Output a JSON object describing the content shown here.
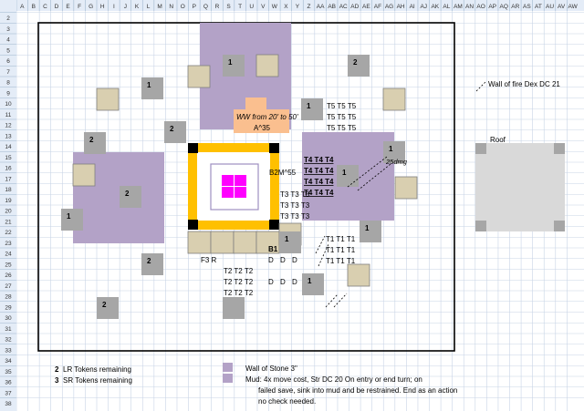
{
  "columns": [
    "A",
    "B",
    "C",
    "D",
    "E",
    "F",
    "G",
    "H",
    "I",
    "J",
    "K",
    "L",
    "M",
    "N",
    "O",
    "P",
    "Q",
    "R",
    "S",
    "T",
    "U",
    "V",
    "W",
    "X",
    "Y",
    "Z",
    "AA",
    "AB",
    "AC",
    "AD",
    "AE",
    "AF",
    "AG",
    "AH",
    "AI",
    "AJ",
    "AK",
    "AL",
    "AM",
    "AN",
    "AO",
    "AP",
    "AQ",
    "AR",
    "AS",
    "AT",
    "AU",
    "AV",
    "AW"
  ],
  "rows": [
    "2",
    "3",
    "4",
    "5",
    "6",
    "7",
    "8",
    "9",
    "10",
    "11",
    "12",
    "13",
    "14",
    "15",
    "16",
    "17",
    "18",
    "19",
    "20",
    "21",
    "22",
    "23",
    "24",
    "25",
    "26",
    "27",
    "28",
    "29",
    "30",
    "31",
    "32",
    "33",
    "34",
    "35",
    "36",
    "37",
    "38"
  ],
  "colors": {
    "mud": "#b3a2c7",
    "tan": "#d9cfb0",
    "grey_token": "#a6a6a6",
    "orange_frame": "#ffc000",
    "peach": "#fabf8f",
    "magenta": "#ff00ff",
    "roof": "#d9d9d9",
    "grid": "#c8d4e6"
  },
  "map": {
    "token_labels": [
      "1",
      "1",
      "2",
      "1",
      "2",
      "2",
      "1",
      "2",
      "1",
      "1",
      "2",
      "1",
      "1",
      "1",
      "2"
    ],
    "wall_of_fire_label": "Wall of fire Dex DC 21",
    "roof_label": "Roof",
    "ww_label": "WW from 20' to 50'",
    "a35_label": "A^35",
    "b2m55_label": "B2M^55",
    "damage_label": "25dmg",
    "b1_label": "B1",
    "f3r_label": "F3 R",
    "t5_rows": [
      "T5 T5 T5",
      "T5 T5 T5",
      "T5 T5 T5"
    ],
    "t4_rows": [
      "T4 T4 T4",
      "T4 T4 T4",
      "T4 T4 T4",
      "T4 T4 T4"
    ],
    "t3_rows": [
      "T3 T3 T3",
      "T3 T3 T3",
      "T3 T3 T3"
    ],
    "t1_rows": [
      "T1 T1 T1",
      "T1 T1 T1",
      "T1 T1 T1"
    ],
    "t2_rows": [
      "T2 T2 T2",
      "T2 T2 T2",
      "T2 T2 T2"
    ],
    "d_rows": [
      "D D D",
      "D D D"
    ]
  },
  "legend": {
    "lr_count": "2",
    "lr_text": "LR Tokens remaining",
    "sr_count": "3",
    "sr_text": "SR Tokens remaining",
    "wall_of_stone": "Wall of Stone 3\"",
    "mud_line1": "Mud: 4x move cost, Str DC 20 On entry or end turn; on",
    "mud_line2": "failed save, sink into mud and be restrained. End as an action",
    "mud_line3": "no check needed."
  }
}
